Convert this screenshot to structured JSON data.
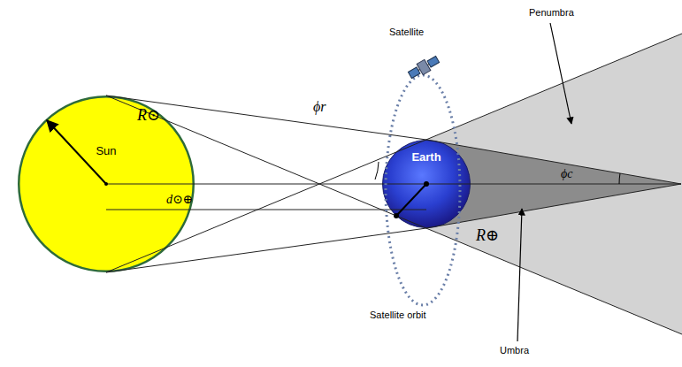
{
  "diagram": {
    "nodes": [
      {
        "text": [
          "Sun"
        ]
      },
      {
        "text": [
          "Earth"
        ]
      }
    ],
    "labels": [
      "Penumbra",
      "Satellite",
      "R⊙",
      "ϕr",
      "ϕc",
      "d⊙⊕",
      "R⊕",
      "Satellite orbit",
      "Umbra"
    ]
  }
}
